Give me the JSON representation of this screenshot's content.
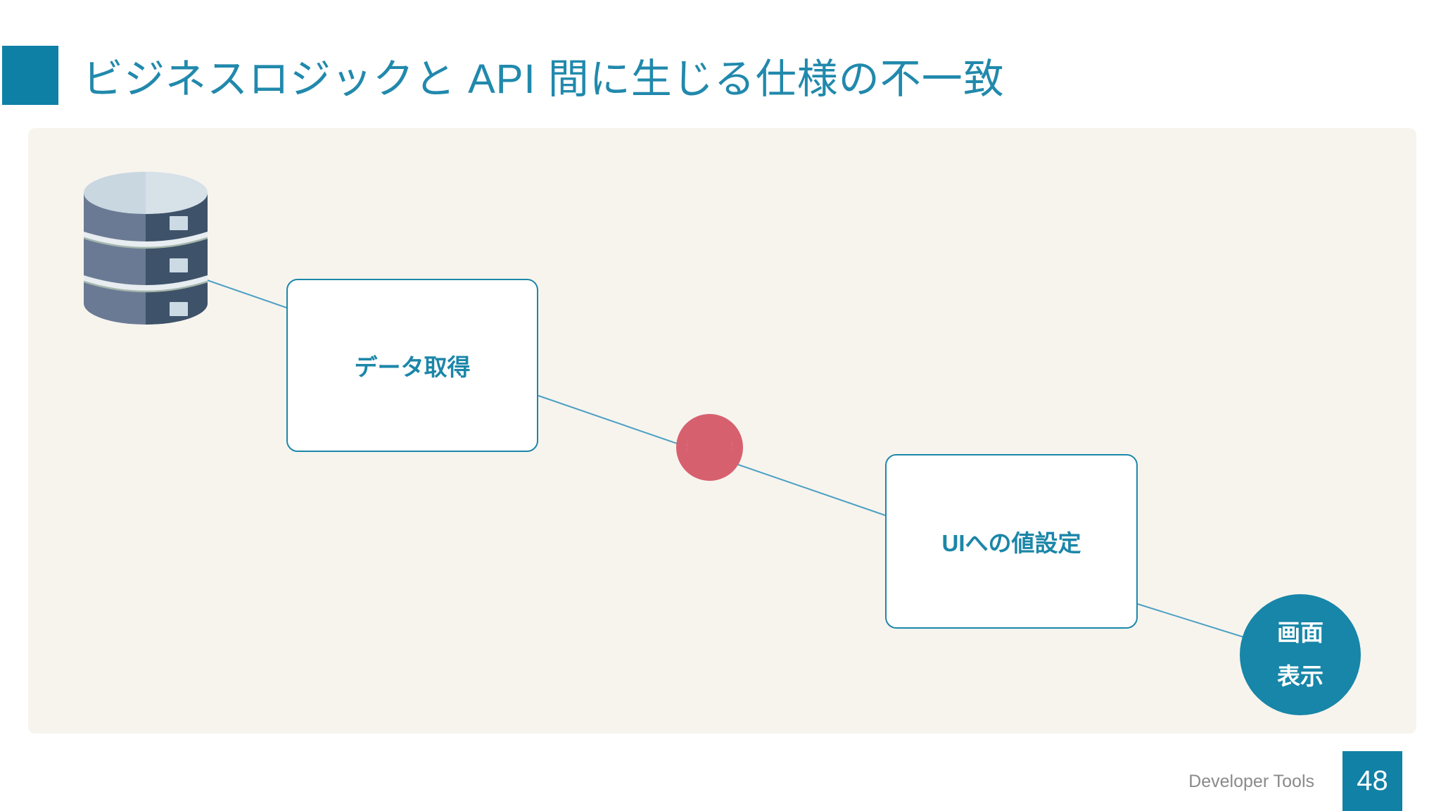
{
  "slide": {
    "title": "ビジネスロジックと API 間に生じる仕様の不一致"
  },
  "diagram": {
    "step1_label": "データ取得",
    "step2_label": "UIへの値設定",
    "screen_node": {
      "line1": "画面",
      "line2": "表示"
    },
    "icons": {
      "database": "database-icon",
      "mismatch_marker": "mismatch-target-icon"
    }
  },
  "footer": {
    "label": "Developer Tools",
    "page_number": "48"
  },
  "colors": {
    "accent_teal": "#0e80a6",
    "title_text": "#2189ac",
    "box_border": "#1d87aa",
    "box_text": "#1b86a8",
    "connector_line": "#4da0c3",
    "marker_red": "#d7606f",
    "screen_circle": "#1786a8",
    "page_box": "#1181a6",
    "panel_bg": "#f7f4ee",
    "footer_text": "#8a8a8a",
    "db_body_left": "#6b7a94",
    "db_body_right": "#3e5269",
    "db_top": "#c9d7e1"
  }
}
